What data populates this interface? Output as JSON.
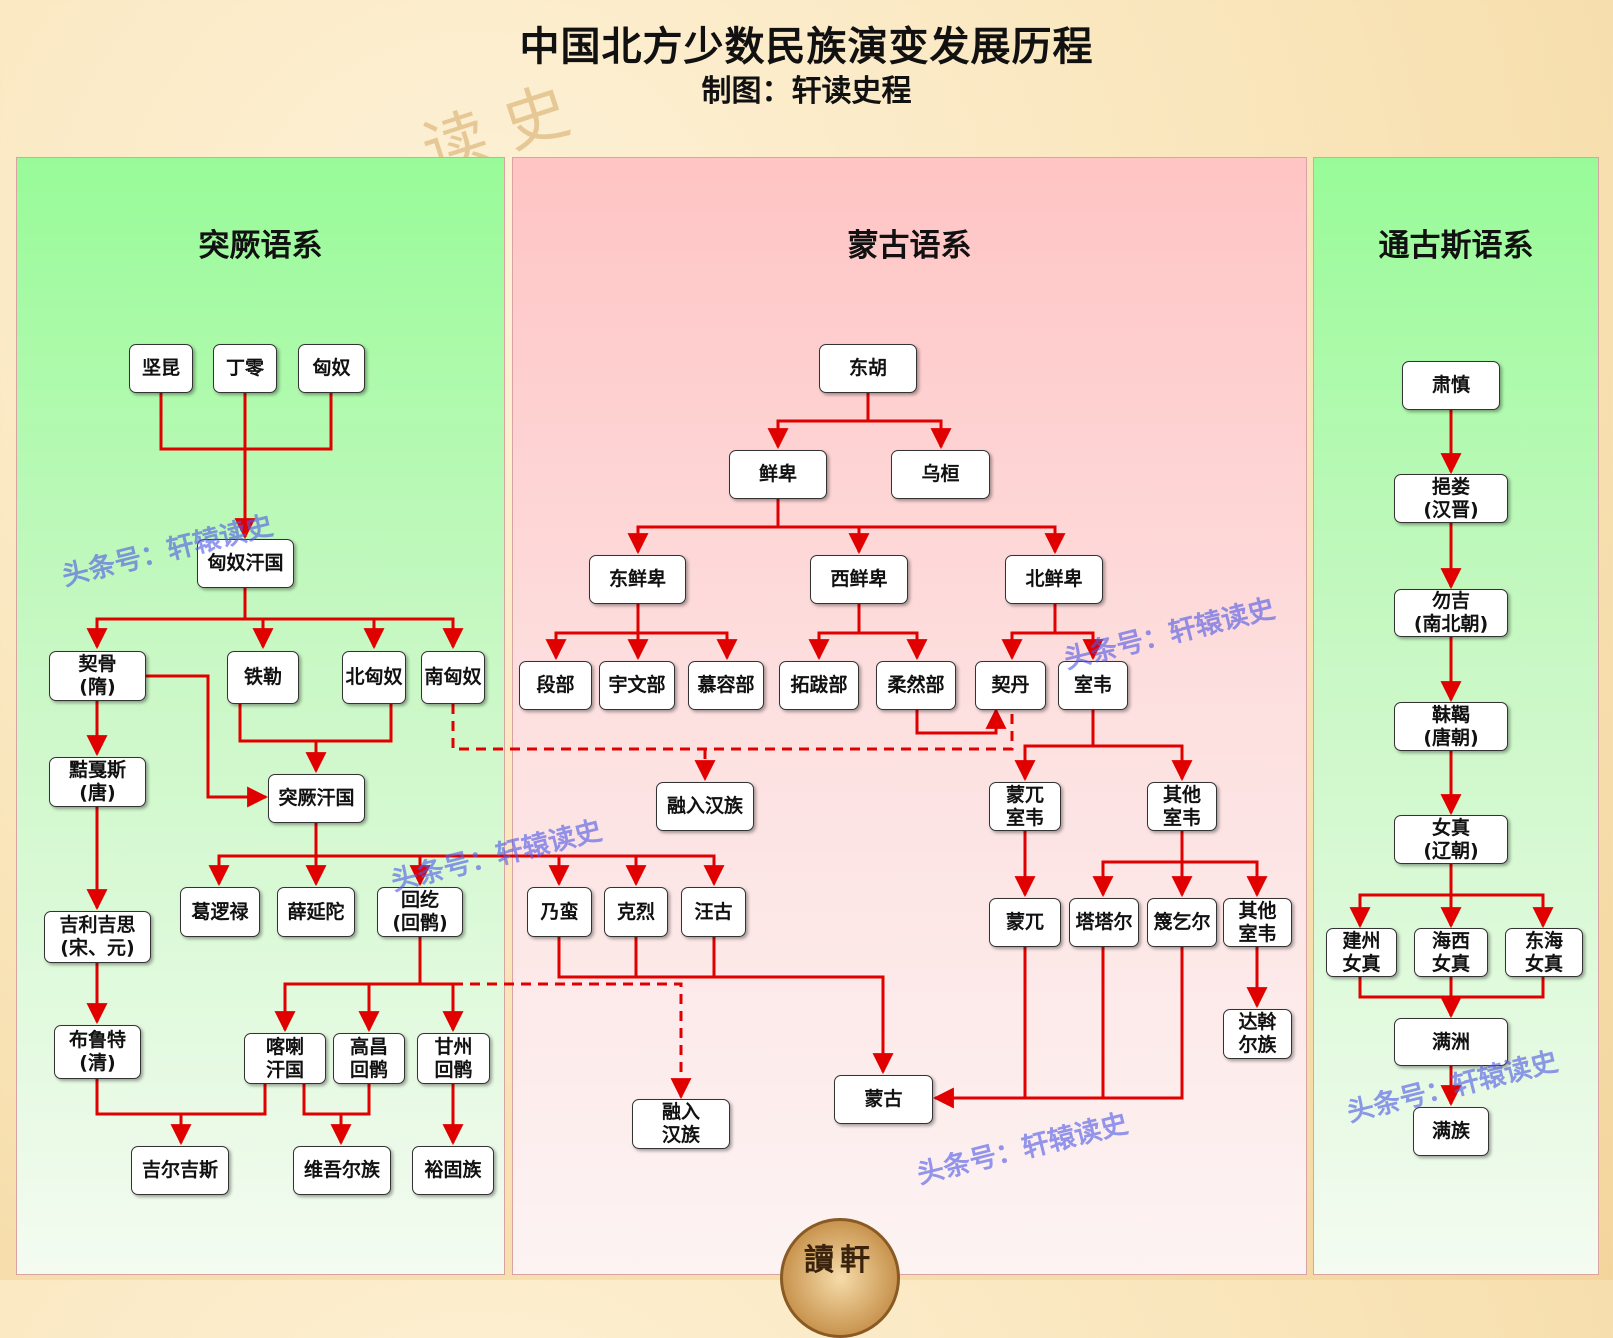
{
  "title": "中国北方少数民族演变发展历程",
  "subtitle": "制图：轩读史程",
  "panels": {
    "turkic": "突厥语系",
    "mongolic": "蒙古语系",
    "tungusic": "通古斯语系"
  },
  "nodes": {
    "jiankun": "坚昆",
    "dingling": "丁零",
    "xiongnu": "匈奴",
    "xiongnu_khanate": "匈奴汗国",
    "qigu": "契骨\n(隋)",
    "tiele": "铁勒",
    "bei_xiongnu": "北匈奴",
    "nan_xiongnu": "南匈奴",
    "xiajiasi": "黠戛斯\n(唐)",
    "tujue_khanate": "突厥汗国",
    "geluolu": "葛逻禄",
    "xueyantuo": "薛延陀",
    "huihe": "回纥\n(回鹘)",
    "jilijisi": "吉利吉思\n(宋、元)",
    "buluote": "布鲁特\n(清)",
    "kala_khanate": "喀喇\n汗国",
    "gaochang_huihu": "高昌\n回鹘",
    "ganzhou_huihu": "甘州\n回鹘",
    "jierjisi": "吉尔吉斯",
    "weiwuer": "维吾尔族",
    "yugu": "裕固族",
    "donghu": "东胡",
    "xianbei": "鲜卑",
    "wuhuan": "乌桓",
    "dong_xianbei": "东鲜卑",
    "xi_xianbei": "西鲜卑",
    "bei_xianbei": "北鲜卑",
    "duanbu": "段部",
    "yuwenbu": "宇文部",
    "murongbu": "慕容部",
    "tuobabu": "拓跋部",
    "rouranbu": "柔然部",
    "qidan": "契丹",
    "shiwei": "室韦",
    "rongru_han_1": "融入汉族",
    "mengwu_shiwei": "蒙兀\n室韦",
    "qita_shiwei_1": "其他\n室韦",
    "naiman": "乃蛮",
    "kelie": "克烈",
    "wanggu": "汪古",
    "mengwu": "蒙兀",
    "tataer": "塔塔尔",
    "mieqier": "篾乞尔",
    "qita_shiwei_2": "其他\n室韦",
    "dawoer": "达斡\n尔族",
    "rongru_han_2": "融入\n汉族",
    "menggu": "蒙古",
    "sushen": "肃慎",
    "yilou": "挹娄\n(汉晋)",
    "wuji": "勿吉\n(南北朝)",
    "mohe": "靺鞨\n(唐朝)",
    "nvzhen": "女真\n(辽朝)",
    "jianzhou": "建州\n女真",
    "haixi": "海西\n女真",
    "donghai": "东海\n女真",
    "manzhou": "满洲",
    "manzu": "满族"
  },
  "watermark": "头条号：轩辕读史",
  "seal_text": "讀軒",
  "background_text": "读 史",
  "colors": {
    "arrow": "#e00000",
    "node_border": "#333333",
    "watermark": "#5a60e6"
  }
}
